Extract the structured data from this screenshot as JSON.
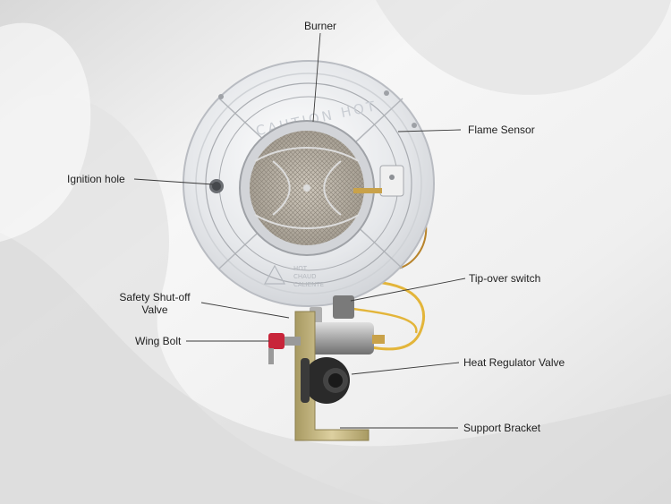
{
  "colors": {
    "background": "#f3f3f3",
    "reflector": "#e3e5e8",
    "burner_screen": "#b5aea2",
    "gas_line": "#e3b53a",
    "bracket": "#c9b87a",
    "knob": "#2a2a2a",
    "wing_bolt": "#c8253a",
    "label_text": "#1e1e1e",
    "leader_line": "#3a3a3a"
  },
  "product": {
    "casing_engraving": "CAUTION HOT",
    "warning_engraving": [
      "HOT",
      "CHAUD",
      "CALIENTE"
    ]
  },
  "labels": {
    "burner": "Burner",
    "flame_sensor": "Flame Sensor",
    "ignition_hole": "Ignition hole",
    "tip_over_switch": "Tip-over switch",
    "safety_shutoff_line1": "Safety Shut-off",
    "safety_shutoff_line2": "Valve",
    "wing_bolt": "Wing Bolt",
    "heat_regulator_valve": "Heat Regulator  Valve",
    "support_bracket": "Support Bracket"
  },
  "icons": [
    "heater-reflector-icon",
    "burner-screen-icon",
    "control-knob-icon",
    "wing-bolt-icon",
    "support-bracket-icon"
  ]
}
